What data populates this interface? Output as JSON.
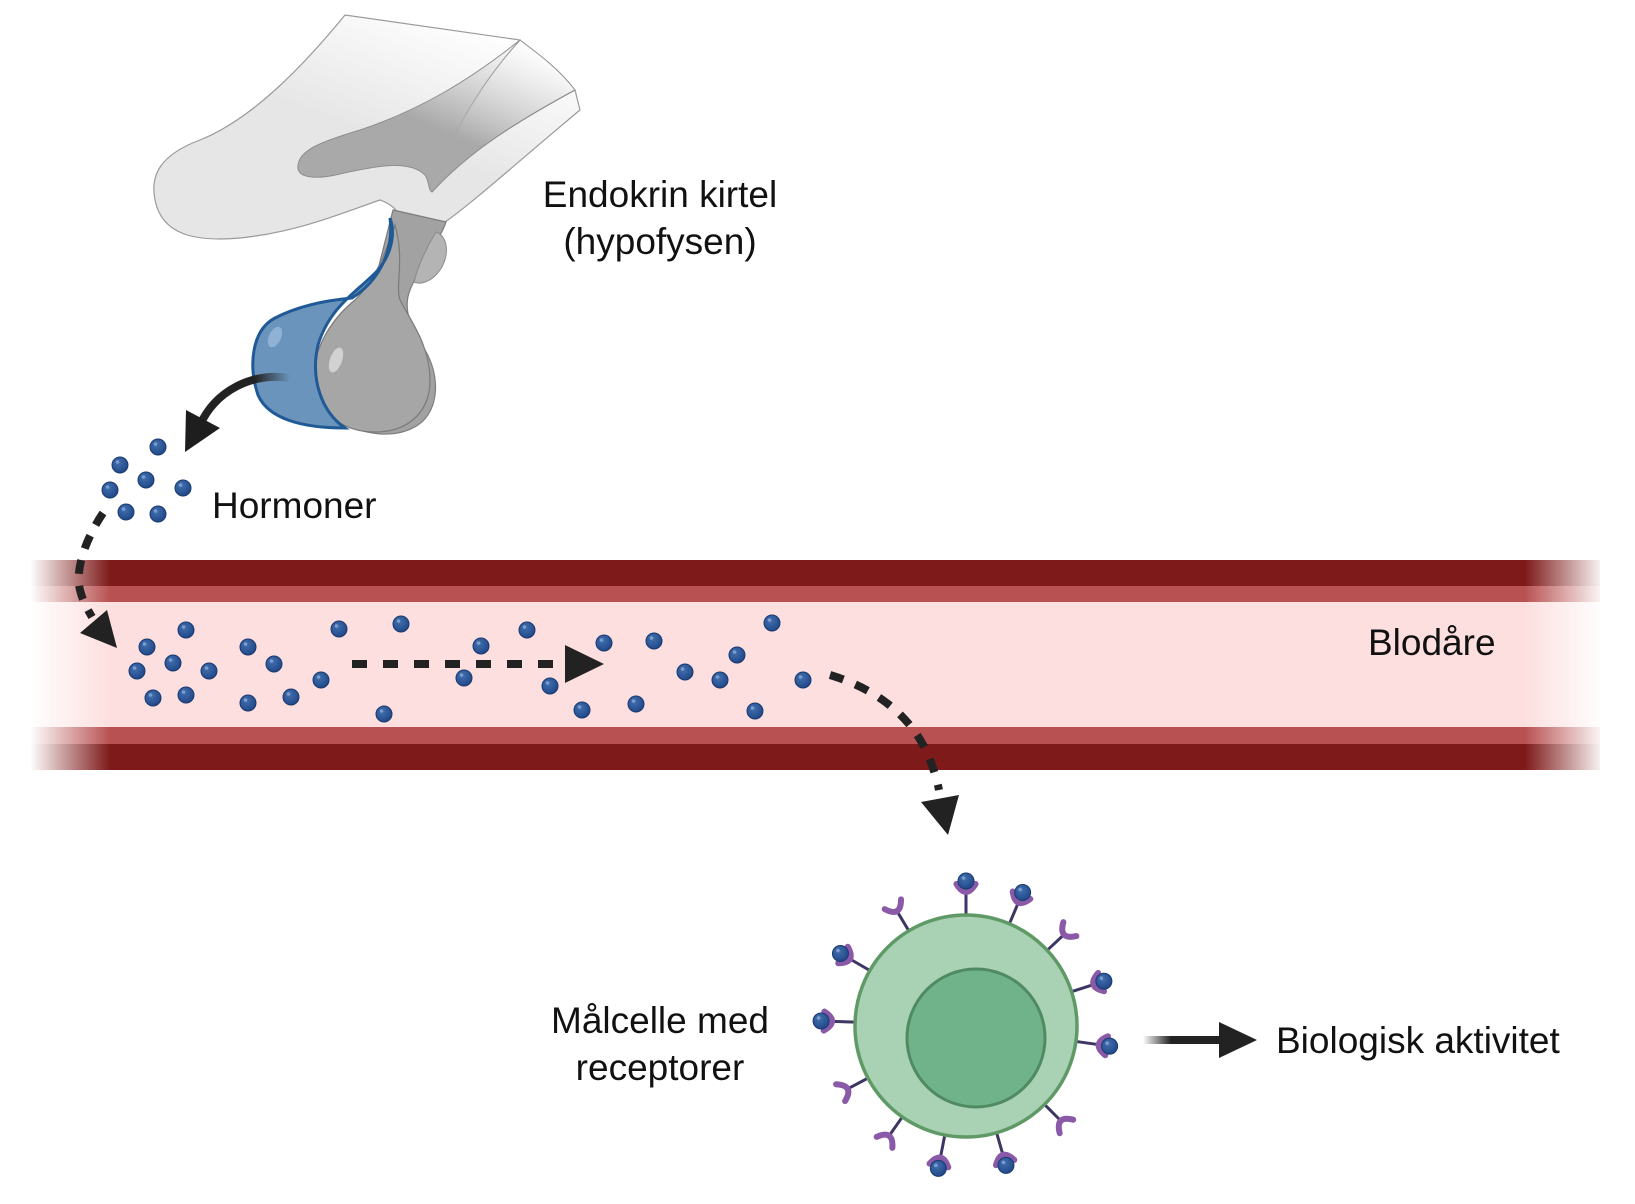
{
  "labels": {
    "gland_line1": "Endokrin kirtel",
    "gland_line2": "(hypofysen)",
    "hormones": "Hormoner",
    "vessel": "Blodåre",
    "target_line1": "Målcelle med",
    "target_line2": "receptorer",
    "activity": "Biologisk aktivitet"
  },
  "icons": {
    "gland": "pituitary-gland-icon",
    "vessel": "blood-vessel-icon",
    "hormone": "hormone-molecule-icon",
    "cell": "target-cell-icon",
    "receptor": "receptor-icon"
  },
  "colors": {
    "hormone": "#2d5597",
    "vessel_wall_dark": "#7f1a1a",
    "vessel_wall_mid": "#b85252",
    "vessel_lumen": "#fddfdf",
    "gland_anterior": "#6a94bb",
    "gland_posterior": "#a6a6a6",
    "cell_cytoplasm": "#a9d1b3",
    "cell_nucleus": "#70b38a",
    "receptor": "#8a5aa8",
    "arrow": "#222222"
  },
  "receptors": [
    {
      "bound": true
    },
    {
      "bound": false
    },
    {
      "bound": true
    },
    {
      "bound": true
    },
    {
      "bound": false
    },
    {
      "bound": false
    },
    {
      "bound": true
    },
    {
      "bound": true
    },
    {
      "bound": false
    },
    {
      "bound": true
    },
    {
      "bound": true
    },
    {
      "bound": false
    },
    {
      "bound": true
    }
  ]
}
